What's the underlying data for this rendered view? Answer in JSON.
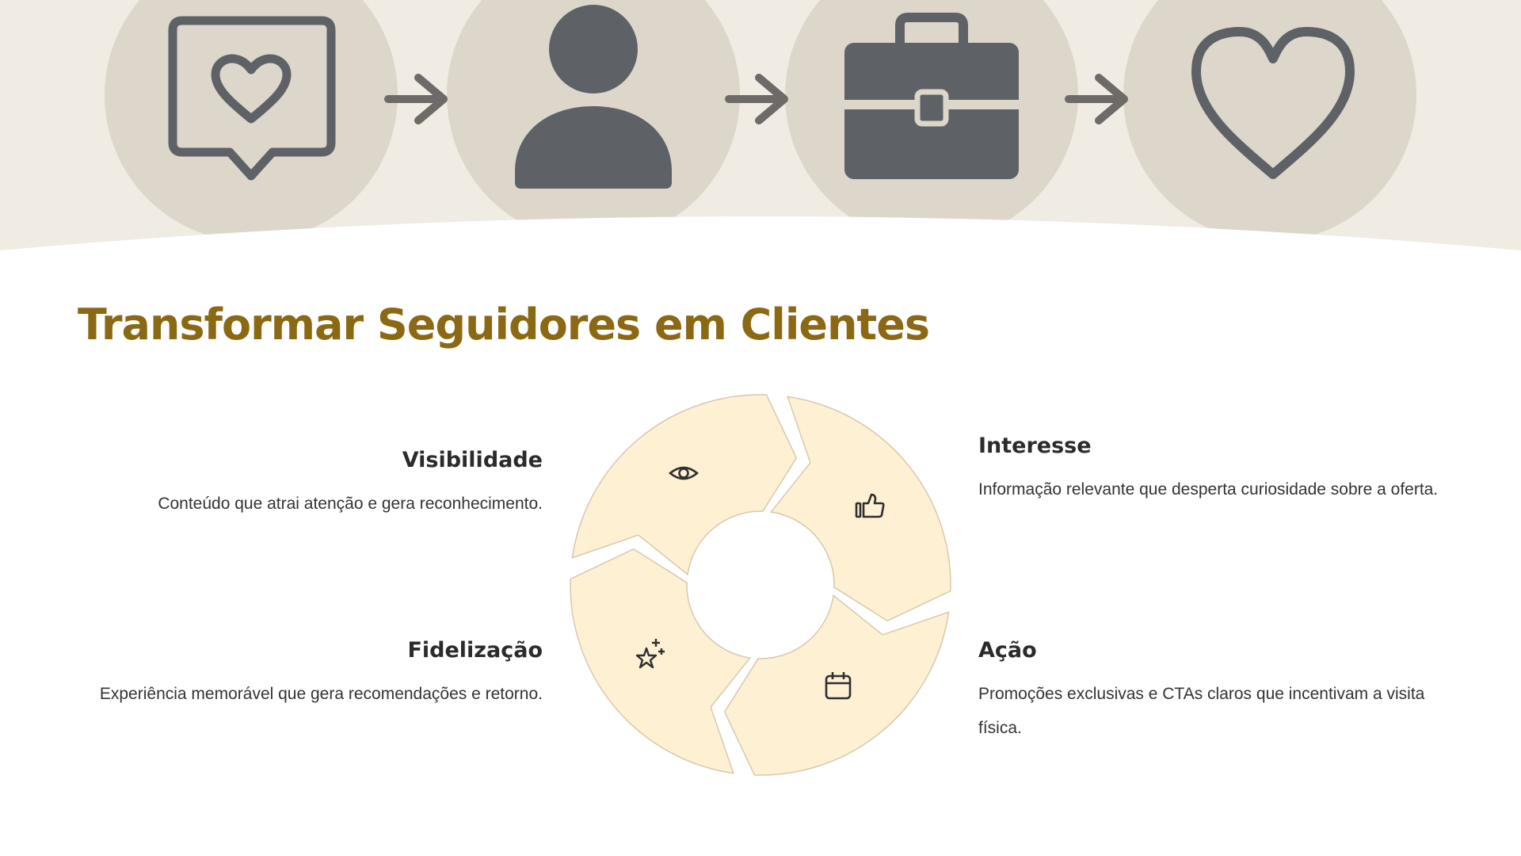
{
  "hero": {
    "icons": [
      "message-heart-icon",
      "person-icon",
      "briefcase-icon",
      "heart-icon"
    ],
    "arrows": [
      "arrow-right-icon",
      "arrow-right-icon",
      "arrow-right-icon"
    ],
    "colors": {
      "background": "#f0ece4",
      "circle": "#ddd6cb",
      "icon": "#5e6266",
      "arrow": "#6e6a68"
    }
  },
  "title": "Transformar Seguidores em Clientes",
  "colors": {
    "title": "#8b6914",
    "segment_fill": "#fdf0d3",
    "segment_stroke": "#d6c9ad"
  },
  "steps": [
    {
      "title": "Visibilidade",
      "description": "Conteúdo que atrai atenção e gera reconhecimento.",
      "icon": "eye-icon"
    },
    {
      "title": "Interesse",
      "description": "Informação relevante que desperta curiosidade sobre a oferta.",
      "icon": "thumbs-up-icon"
    },
    {
      "title": "Ação",
      "description": "Promoções exclusivas e CTAs claros que incentivam a visita física.",
      "icon": "calendar-icon"
    },
    {
      "title": "Fidelização",
      "description": "Experiência memorável que gera recomendações e retorno.",
      "icon": "sparkle-star-icon"
    }
  ]
}
